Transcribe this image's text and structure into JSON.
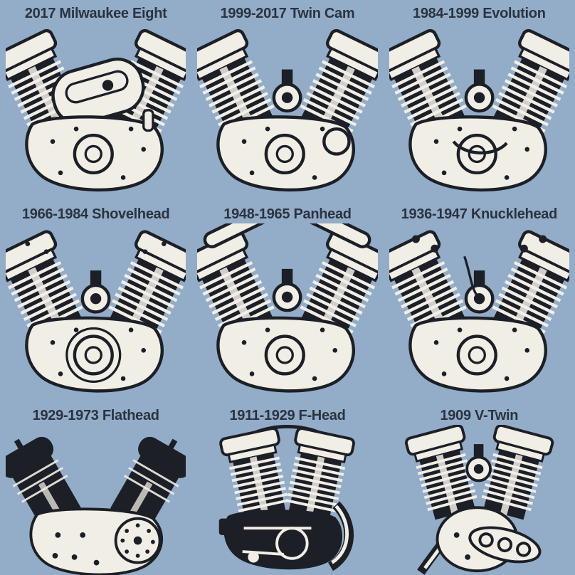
{
  "page": {
    "background_color": "#93adc8",
    "label_text_color": "#2b3340",
    "illustration_ink_color": "#1c1f26",
    "illustration_paper_color": "#f1eee6",
    "description": "Poster grid of nine Harley-Davidson V-twin engine generations, each engine drawn in black-and-white ink on a slate-blue background with its era label above"
  },
  "engines": [
    {
      "label": "2017 Milwaukee Eight",
      "name": "milwaukee-eight"
    },
    {
      "label": "1999-2017 Twin Cam",
      "name": "twin-cam"
    },
    {
      "label": "1984-1999 Evolution",
      "name": "evolution"
    },
    {
      "label": "1966-1984 Shovelhead",
      "name": "shovelhead"
    },
    {
      "label": "1948-1965 Panhead",
      "name": "panhead"
    },
    {
      "label": "1936-1947 Knucklehead",
      "name": "knucklehead"
    },
    {
      "label": "1929-1973 Flathead",
      "name": "flathead"
    },
    {
      "label": "1911-1929 F-Head",
      "name": "f-head"
    },
    {
      "label": "1909 V-Twin",
      "name": "v-twin"
    }
  ]
}
